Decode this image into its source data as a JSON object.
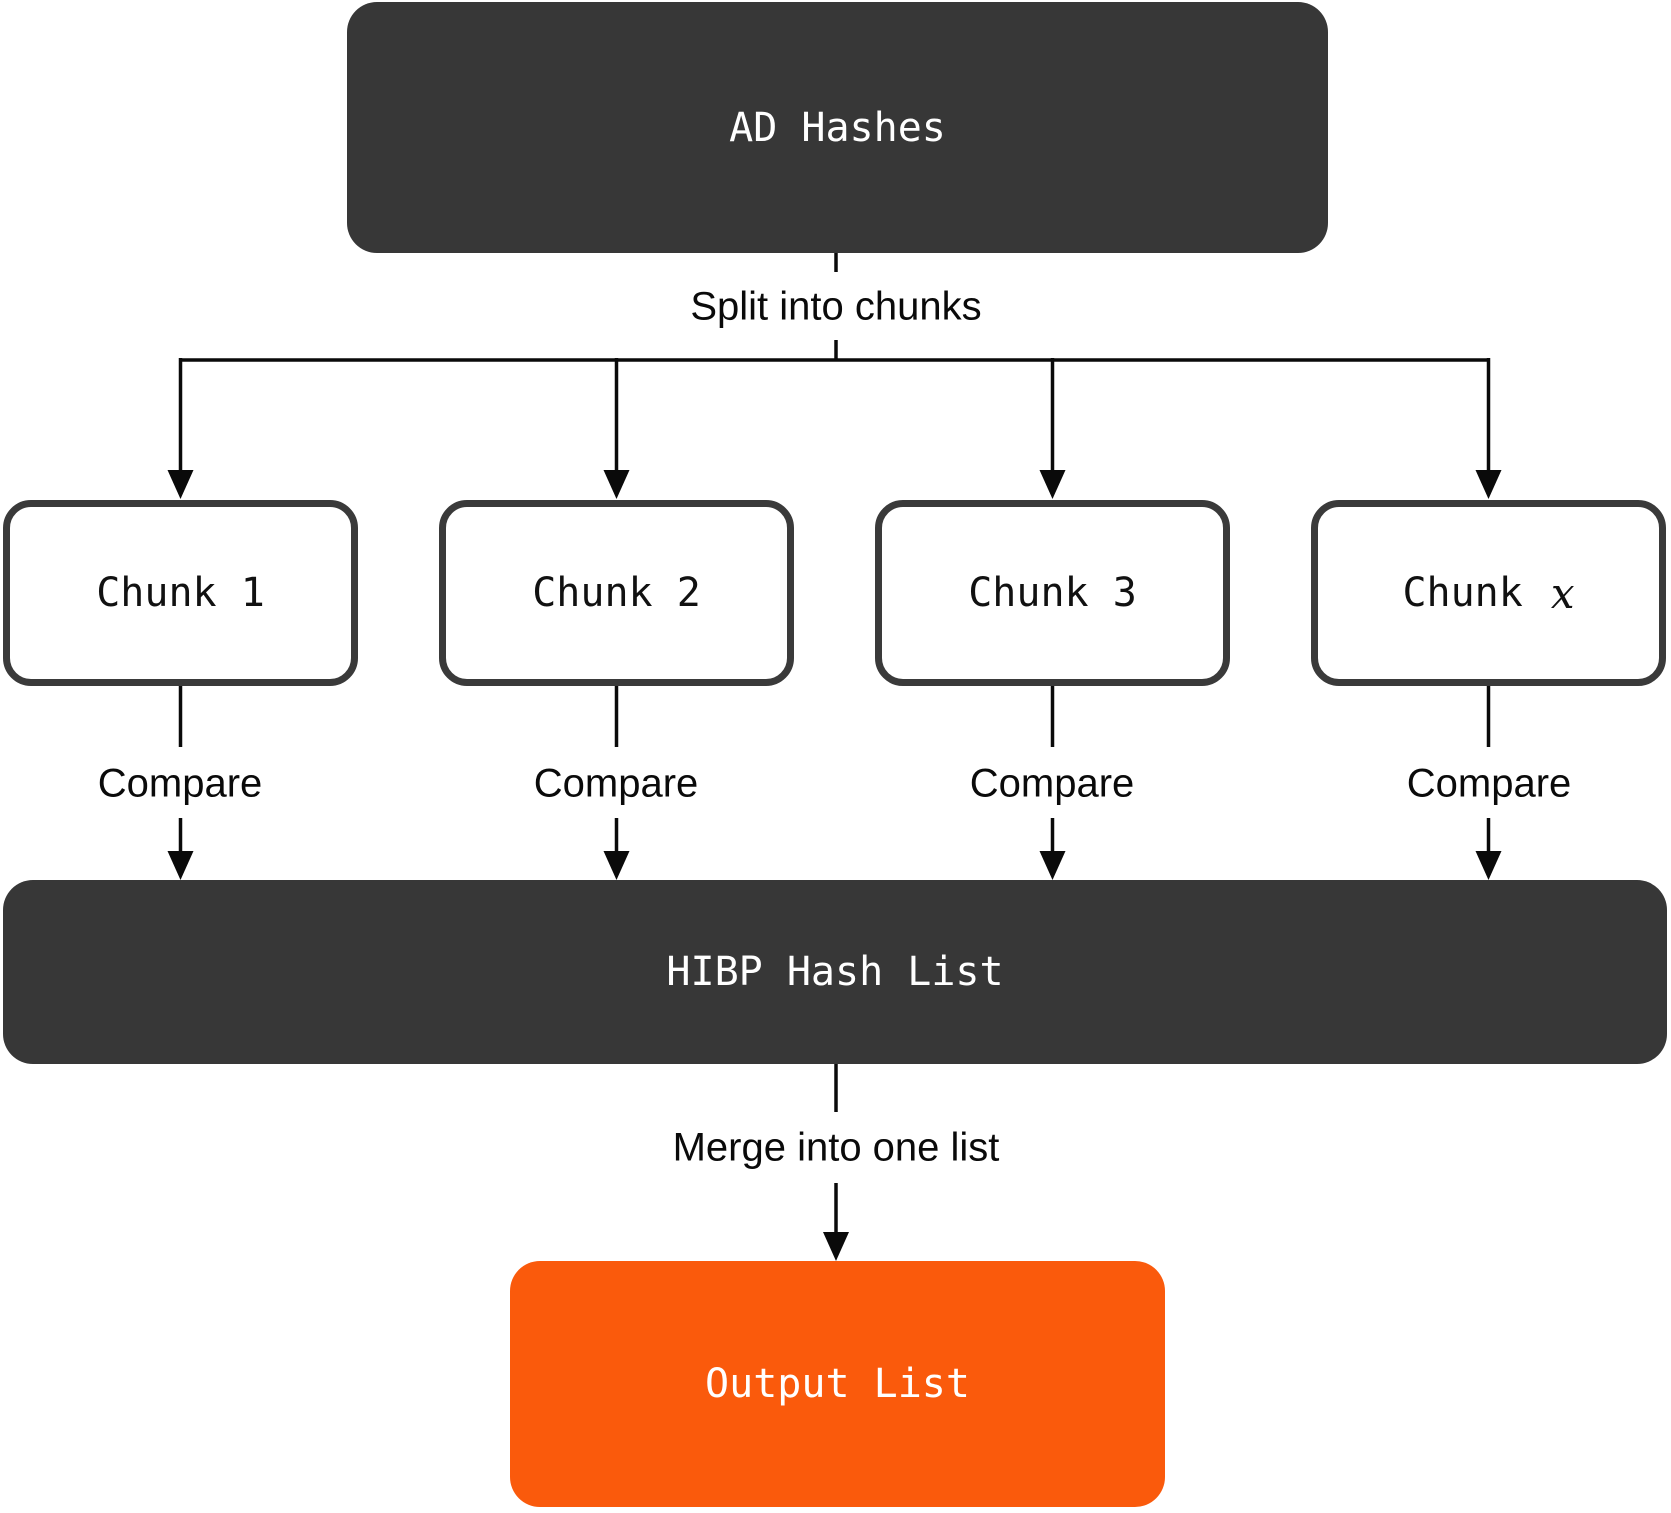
{
  "diagram": {
    "nodes": {
      "ad_hashes": {
        "label": "AD Hashes"
      },
      "chunks": [
        {
          "label": "Chunk 1"
        },
        {
          "label": "Chunk 2"
        },
        {
          "label": "Chunk 3"
        },
        {
          "label_prefix": "Chunk",
          "label_suffix": "x"
        }
      ],
      "hibp": {
        "label": "HIBP Hash List"
      },
      "output": {
        "label": "Output List"
      }
    },
    "edge_labels": {
      "split": "Split into chunks",
      "compare": [
        "Compare",
        "Compare",
        "Compare",
        "Compare"
      ],
      "merge": "Merge into one list"
    },
    "colors": {
      "dark-fill": "#373737",
      "orange-fill": "#FA5A0C",
      "chunk-border": "#3A3A3A",
      "chunk-fill": "#FFFFFF",
      "line": "#0A0A0A",
      "label-text": "#0A0A0A",
      "node-text-light": "#FFFFFF",
      "node-text-dark": "#111111"
    }
  }
}
